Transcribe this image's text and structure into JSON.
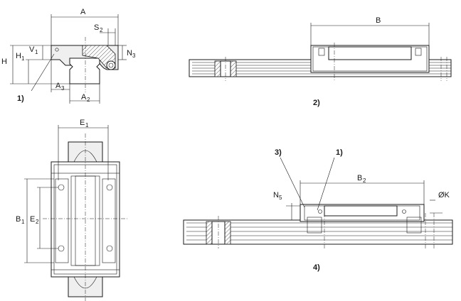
{
  "dims": {
    "A": "A",
    "S2": {
      "main": "S",
      "sub": "2"
    },
    "V1": {
      "main": "V",
      "sub": "1"
    },
    "N3": {
      "main": "N",
      "sub": "3"
    },
    "H": "H",
    "H1": {
      "main": "H",
      "sub": "1"
    },
    "A3": {
      "main": "A",
      "sub": "3"
    },
    "A2": {
      "main": "A",
      "sub": "2"
    },
    "B": "B",
    "E1": {
      "main": "E",
      "sub": "1"
    },
    "B1": {
      "main": "B",
      "sub": "1"
    },
    "E2": {
      "main": "E",
      "sub": "2"
    },
    "B2": {
      "main": "B",
      "sub": "2"
    },
    "N5": {
      "main": "N",
      "sub": "5"
    },
    "K": "ØK"
  },
  "callouts": {
    "one_a": "1)",
    "two": "2)",
    "three": "3)",
    "one_b": "1)",
    "four": "4)"
  }
}
